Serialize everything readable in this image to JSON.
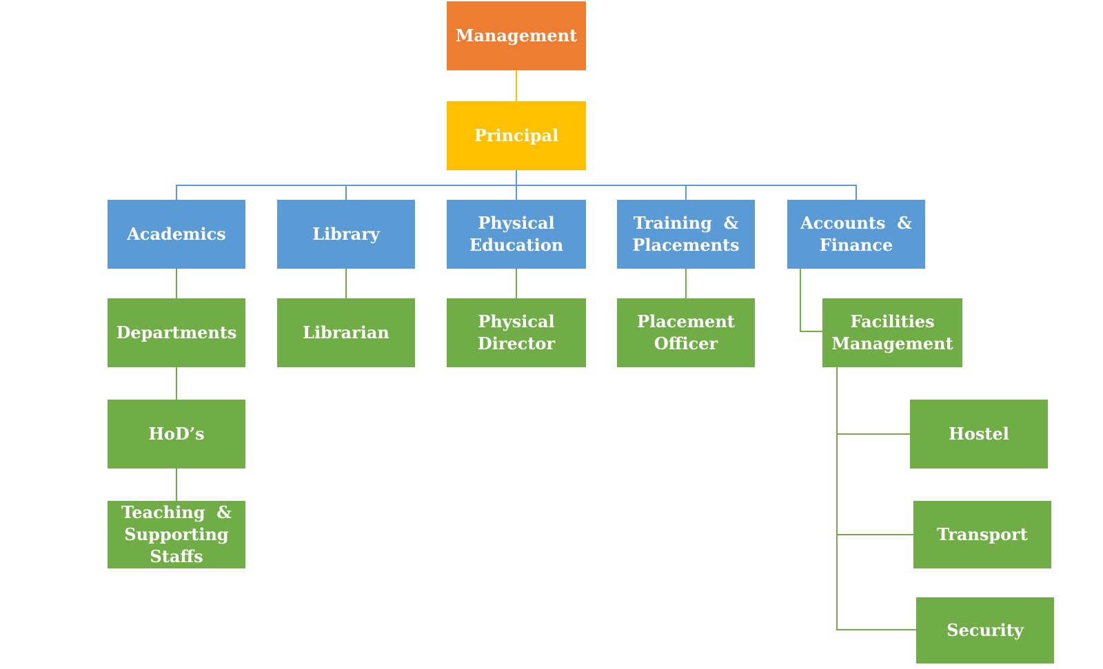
{
  "diagram": {
    "type": "org-chart",
    "background": "#FFFFFF",
    "palette": {
      "top_level": "#ED7D31",
      "second_level": "#FFC000",
      "department_level": "#5B9BD5",
      "staff_level": "#70AD47",
      "label_text": "#FFFFFF"
    },
    "nodes": {
      "management": {
        "label": "Management",
        "lines": [
          "Management"
        ],
        "color": "#ED7D31"
      },
      "principal": {
        "label": "Principal",
        "lines": [
          "Principal"
        ],
        "color": "#FFC000"
      },
      "academics": {
        "label": "Academics",
        "lines": [
          "Academics"
        ],
        "color": "#5B9BD5"
      },
      "library": {
        "label": "Library",
        "lines": [
          "Library"
        ],
        "color": "#5B9BD5"
      },
      "physical_education": {
        "label": "Physical Education",
        "lines": [
          "Physical",
          "Education"
        ],
        "color": "#5B9BD5"
      },
      "training_placements": {
        "label": "Training & Placements",
        "lines": [
          "Training  &",
          "Placements"
        ],
        "color": "#5B9BD5"
      },
      "accounts_finance": {
        "label": "Accounts & Finance",
        "lines": [
          "Accounts  &",
          "Finance"
        ],
        "color": "#5B9BD5"
      },
      "departments": {
        "label": "Departments",
        "lines": [
          "Departments"
        ],
        "color": "#70AD47"
      },
      "librarian": {
        "label": "Librarian",
        "lines": [
          "Librarian"
        ],
        "color": "#70AD47"
      },
      "physical_director": {
        "label": "Physical Director",
        "lines": [
          "Physical",
          "Director"
        ],
        "color": "#70AD47"
      },
      "placement_officer": {
        "label": "Placement Officer",
        "lines": [
          "Placement",
          "Officer"
        ],
        "color": "#70AD47"
      },
      "facilities_management": {
        "label": "Facilities Management",
        "lines": [
          "Facilities",
          "Management"
        ],
        "color": "#70AD47"
      },
      "hods": {
        "label": "HoD’s",
        "lines": [
          "HoD’s"
        ],
        "color": "#70AD47"
      },
      "teaching_supporting_staffs": {
        "label": "Teaching & Supporting Staffs",
        "lines": [
          "Teaching  &",
          "Supporting",
          "Staffs"
        ],
        "color": "#70AD47"
      },
      "hostel": {
        "label": "Hostel",
        "lines": [
          "Hostel"
        ],
        "color": "#70AD47"
      },
      "transport": {
        "label": "Transport",
        "lines": [
          "Transport"
        ],
        "color": "#70AD47"
      },
      "security": {
        "label": "Security",
        "lines": [
          "Security"
        ],
        "color": "#70AD47"
      }
    },
    "hierarchy": [
      {
        "parent": "Management",
        "child": "Principal"
      },
      {
        "parent": "Principal",
        "child": "Academics"
      },
      {
        "parent": "Principal",
        "child": "Library"
      },
      {
        "parent": "Principal",
        "child": "Physical Education"
      },
      {
        "parent": "Principal",
        "child": "Training & Placements"
      },
      {
        "parent": "Principal",
        "child": "Accounts & Finance"
      },
      {
        "parent": "Academics",
        "child": "Departments"
      },
      {
        "parent": "Library",
        "child": "Librarian"
      },
      {
        "parent": "Physical Education",
        "child": "Physical Director"
      },
      {
        "parent": "Training & Placements",
        "child": "Placement Officer"
      },
      {
        "parent": "Accounts & Finance",
        "child": "Facilities Management"
      },
      {
        "parent": "Departments",
        "child": "HoD’s"
      },
      {
        "parent": "HoD’s",
        "child": "Teaching & Supporting Staffs"
      },
      {
        "parent": "Facilities Management",
        "child": "Hostel"
      },
      {
        "parent": "Facilities Management",
        "child": "Transport"
      },
      {
        "parent": "Facilities Management",
        "child": "Security"
      }
    ]
  }
}
